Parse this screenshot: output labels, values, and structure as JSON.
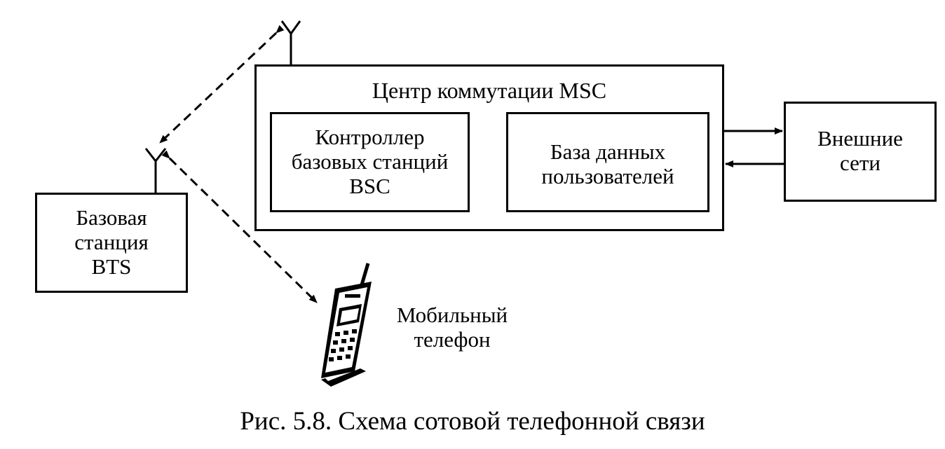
{
  "msc": {
    "title": "Центр коммутации MSC"
  },
  "bsc": {
    "lines": [
      "Контроллер",
      "базовых станций",
      "BSC"
    ]
  },
  "db": {
    "lines": [
      "База данных",
      "пользователей"
    ]
  },
  "external": {
    "lines": [
      "Внешние",
      "сети"
    ]
  },
  "bts": {
    "lines": [
      "Базовая",
      "станция",
      "BTS"
    ]
  },
  "phone": {
    "lines": [
      "Мобильный",
      "телефон"
    ]
  },
  "caption": "Рис. 5.8. Схема сотовой телефонной связи"
}
